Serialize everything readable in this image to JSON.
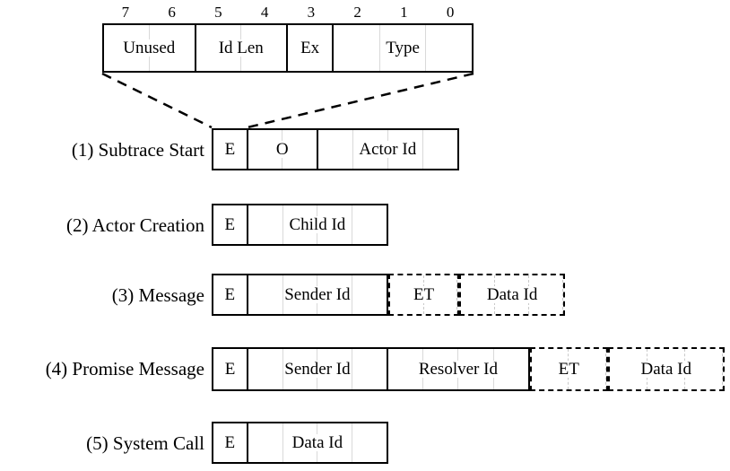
{
  "figure": {
    "header_byte": {
      "name": "event-header-byte",
      "bit_indices": [
        "7",
        "6",
        "5",
        "4",
        "3",
        "2",
        "1",
        "0"
      ],
      "fields": [
        {
          "label": "Unused",
          "bits": 2
        },
        {
          "label": "Id Len",
          "bits": 2
        },
        {
          "label": "Ex",
          "bits": 1
        },
        {
          "label": "Type",
          "bits": 3
        }
      ]
    },
    "rows": [
      {
        "label": "(1) Subtrace Start",
        "fields": [
          {
            "label": "E",
            "bits": 1,
            "style": "solid"
          },
          {
            "label": "O",
            "bits": 2,
            "style": "solid"
          },
          {
            "label": "Actor Id",
            "bits": 4,
            "style": "solid"
          }
        ]
      },
      {
        "label": "(2) Actor Creation",
        "fields": [
          {
            "label": "E",
            "bits": 1,
            "style": "solid"
          },
          {
            "label": "Child Id",
            "bits": 4,
            "style": "solid"
          }
        ]
      },
      {
        "label": "(3) Message",
        "fields": [
          {
            "label": "E",
            "bits": 1,
            "style": "solid"
          },
          {
            "label": "Sender Id",
            "bits": 4,
            "style": "solid"
          },
          {
            "label": "ET",
            "bits": 2,
            "style": "dashed"
          },
          {
            "label": "Data Id",
            "bits": 3,
            "style": "dashed"
          }
        ]
      },
      {
        "label": "(4) Promise Message",
        "fields": [
          {
            "label": "E",
            "bits": 1,
            "style": "solid"
          },
          {
            "label": "Sender Id",
            "bits": 4,
            "style": "solid"
          },
          {
            "label": "Resolver Id",
            "bits": 4,
            "style": "solid"
          },
          {
            "label": "ET",
            "bits": 2,
            "style": "dashed"
          },
          {
            "label": "Data Id",
            "bits": 3,
            "style": "dashed"
          }
        ]
      },
      {
        "label": "(5) System Call",
        "fields": [
          {
            "label": "E",
            "bits": 1,
            "style": "solid"
          },
          {
            "label": "Data Id",
            "bits": 4,
            "style": "solid"
          }
        ]
      }
    ],
    "colors": {
      "stroke": "#000000",
      "bit_tick": "#d9d9d9",
      "background": "#ffffff"
    }
  }
}
